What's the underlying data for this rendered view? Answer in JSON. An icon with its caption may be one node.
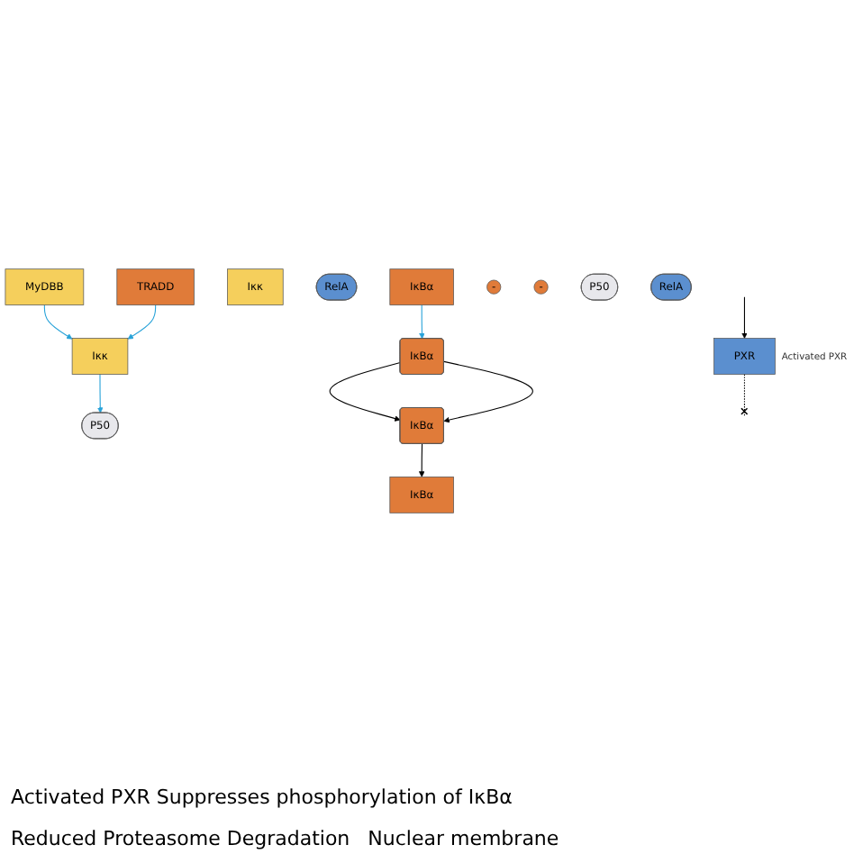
{
  "diagram": {
    "nodes": [
      {
        "text": [
          "MyDBB"
        ]
      },
      {
        "text": [
          "TRADD"
        ]
      },
      {
        "text": [
          "Iκκ"
        ]
      },
      {
        "text": [
          "PXR"
        ],
        "beside": [
          "Activated PXR"
        ]
      },
      {
        "text": [
          "Iκκ"
        ]
      },
      {
        "text": [
          "P50"
        ]
      },
      {
        "text": [
          "RelA"
        ]
      },
      {
        "text": [
          "IκBα"
        ]
      },
      {
        "text": [
          "IκBα"
        ]
      },
      {
        "text": [
          "-"
        ]
      },
      {
        "text": [
          "-"
        ]
      },
      {
        "text": [
          "IκBα"
        ]
      },
      {
        "text": [
          "P50"
        ]
      },
      {
        "text": [
          "RelA"
        ]
      },
      {
        "text": [
          "IκBα"
        ]
      }
    ],
    "edges": [
      {
        "from": 0,
        "to": 2,
        "arrow": "to",
        "color": "#29a3d9"
      },
      {
        "from": 1,
        "to": 2,
        "arrow": "to",
        "color": "#29a3d9"
      },
      {
        "from": 2,
        "to": 5,
        "arrow": "to",
        "color": "#29a3d9"
      },
      {
        "from": null,
        "to": 3,
        "arrow": "to"
      },
      {
        "from": 3,
        "to": null,
        "arrow": "other",
        "style": "dashed"
      },
      {
        "from": 7,
        "to": 8,
        "arrow": "to",
        "color": "#29a3d9"
      },
      {
        "from": 8,
        "to": 11,
        "arrow": "to"
      },
      {
        "from": 8,
        "to": 11,
        "arrow": "to"
      },
      {
        "from": 11,
        "to": 14,
        "arrow": "to"
      }
    ],
    "labels": [
      "Activated PXR Suppresses phosphorylation of IκBα",
      "Reduced Proteasome Degradation",
      "Nuclear membrane"
    ]
  }
}
